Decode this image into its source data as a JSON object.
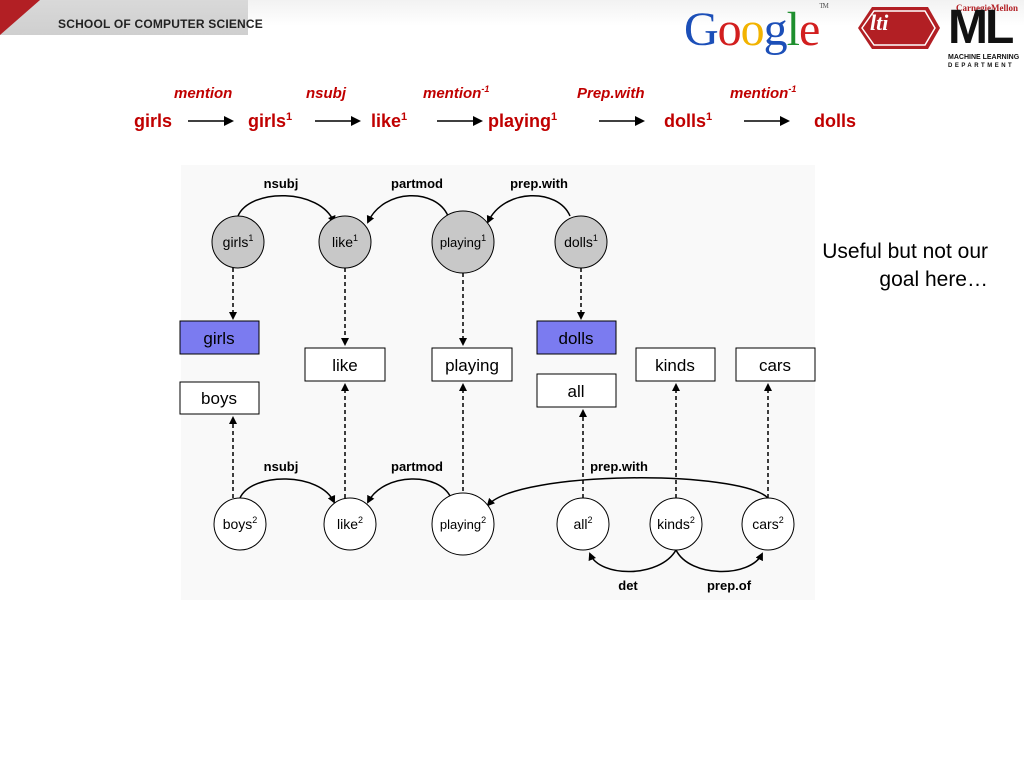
{
  "header": {
    "cmu_name": "CarnegieMellon",
    "school": "SCHOOL OF COMPUTER SCIENCE",
    "google_letters": [
      "G",
      "o",
      "o",
      "g",
      "l",
      "e"
    ],
    "google_colors": [
      "#1c4fb8",
      "#d21f1f",
      "#f2b300",
      "#1c4fb8",
      "#1e8f2e",
      "#d21f1f"
    ],
    "google_tm": "TM",
    "lti": "lti",
    "ml": "ML",
    "ml_line1": "MACHINE LEARNING",
    "ml_line2": "DEPARTMENT"
  },
  "path": {
    "relations": [
      {
        "text": "mention",
        "sup": ""
      },
      {
        "text": "nsubj",
        "sup": ""
      },
      {
        "text": "mention",
        "sup": "-1"
      },
      {
        "text": "Prep.with",
        "sup": ""
      },
      {
        "text": "mention",
        "sup": "-1"
      }
    ],
    "words": [
      {
        "text": "girls",
        "sup": ""
      },
      {
        "text": "girls",
        "sup": "1"
      },
      {
        "text": "like",
        "sup": "1"
      },
      {
        "text": "playing",
        "sup": "1"
      },
      {
        "text": "dolls",
        "sup": "1"
      },
      {
        "text": "dolls",
        "sup": ""
      }
    ]
  },
  "diagram": {
    "top_nodes": [
      {
        "label": "girls",
        "sup": "1"
      },
      {
        "label": "like",
        "sup": "1"
      },
      {
        "label": "playing",
        "sup": "1"
      },
      {
        "label": "dolls",
        "sup": "1"
      }
    ],
    "bottom_nodes": [
      {
        "label": "boys",
        "sup": "2"
      },
      {
        "label": "like",
        "sup": "2"
      },
      {
        "label": "playing",
        "sup": "2"
      },
      {
        "label": "all",
        "sup": "2"
      },
      {
        "label": "kinds",
        "sup": "2"
      },
      {
        "label": "cars",
        "sup": "2"
      }
    ],
    "words": [
      {
        "text": "girls",
        "highlight": true
      },
      {
        "text": "boys",
        "highlight": false
      },
      {
        "text": "like",
        "highlight": false
      },
      {
        "text": "playing",
        "highlight": false
      },
      {
        "text": "dolls",
        "highlight": true
      },
      {
        "text": "all",
        "highlight": false
      },
      {
        "text": "kinds",
        "highlight": false
      },
      {
        "text": "cars",
        "highlight": false
      }
    ],
    "top_edges": [
      "nsubj",
      "partmod",
      "prep.with"
    ],
    "bottom_edges": [
      "nsubj",
      "partmod",
      "prep.with"
    ],
    "lower_edges": [
      "det",
      "prep.of"
    ],
    "colors": {
      "highlight_fill": "#7b7bf0",
      "gray_node": "#c8c8c8",
      "accent": "#c00000"
    }
  },
  "note": {
    "line1": "Useful but not our",
    "line2": "goal here…"
  }
}
